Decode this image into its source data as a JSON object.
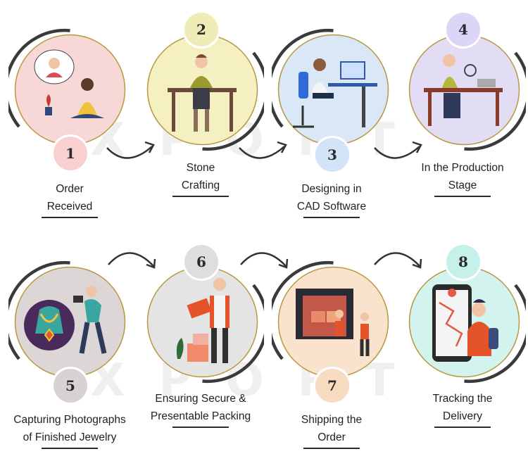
{
  "watermark": "SAE XPORT",
  "steps": [
    {
      "number": "1",
      "title_line1": "Order",
      "title_line2": "Received",
      "bg": "#f8d7d7",
      "badge": "#f8d0d0"
    },
    {
      "number": "2",
      "title_line1": "Stone",
      "title_line2": "Crafting",
      "bg": "#f4f0c2",
      "badge": "#f0ecb8"
    },
    {
      "number": "3",
      "title_line1": "Designing in",
      "title_line2": "CAD Software",
      "bg": "#d9e7f6",
      "badge": "#d3e4f8"
    },
    {
      "number": "4",
      "title_line1": "In the Production",
      "title_line2": "Stage",
      "bg": "#e3dcf5",
      "badge": "#ddd5f6"
    },
    {
      "number": "5",
      "title_line1": "Capturing Photographs",
      "title_line2": "of Finished Jewelry",
      "bg": "#dcd6d6",
      "badge": "#d9d2d2"
    },
    {
      "number": "6",
      "title_line1": "Ensuring Secure &",
      "title_line2": "Presentable Packing",
      "bg": "#e4e4e4",
      "badge": "#dedede"
    },
    {
      "number": "7",
      "title_line1": "Shipping the",
      "title_line2": "Order",
      "bg": "#f9e3cc",
      "badge": "#f7dcc2"
    },
    {
      "number": "8",
      "title_line1": "Tracking the",
      "title_line2": "Delivery",
      "bg": "#d3f3ef",
      "badge": "#c6f0ea"
    }
  ],
  "colors": {
    "ring_gold": "#b8983e",
    "ring_dark": "#3a3a3a",
    "arrow": "#333333"
  }
}
